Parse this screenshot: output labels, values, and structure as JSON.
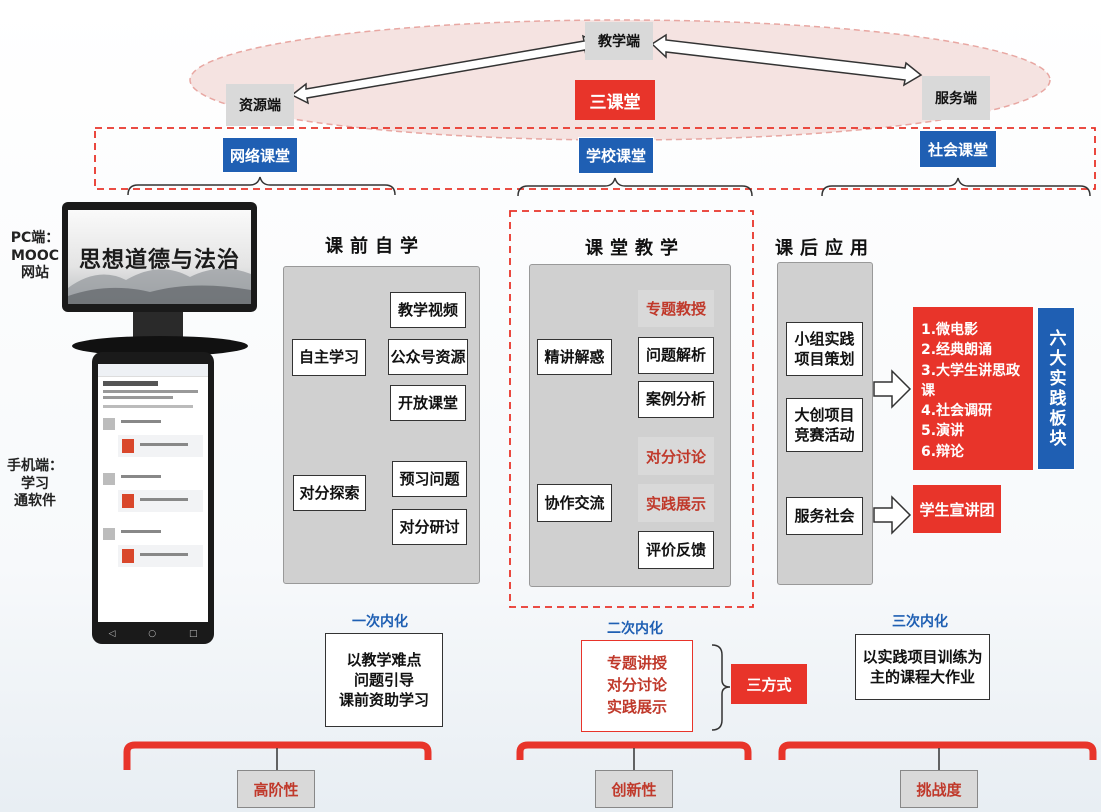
{
  "top": {
    "teaching": "教学端",
    "resource": "资源端",
    "service": "服务端",
    "three_classrooms": "三课堂"
  },
  "classrooms": [
    "网络课堂",
    "学校课堂",
    "社会课堂"
  ],
  "pc_label": [
    "PC端：",
    "MOOC",
    "网站"
  ],
  "mobile_label": [
    "手机端：",
    "学习",
    "通软件"
  ],
  "screen_title": "思想道德与法治",
  "columns": {
    "pre": {
      "title": "课前自学",
      "groups": [
        {
          "name": "自主学习",
          "items": [
            "教学视频",
            "公众号资源",
            "开放课堂"
          ]
        },
        {
          "name": "对分探索",
          "items": [
            "预习问题",
            "对分研讨"
          ]
        }
      ],
      "internal_title": "一次内化",
      "internal_lines": [
        "以教学难点",
        "问题引导",
        "课前资助学习"
      ]
    },
    "class": {
      "title": "课堂教学",
      "groups": [
        {
          "name": "精讲解惑",
          "items": [
            "专题教授",
            "问题解析",
            "案例分析"
          ]
        },
        {
          "name": "协作交流",
          "items": [
            "对分讨论",
            "实践展示",
            "评价反馈"
          ]
        }
      ],
      "internal_title": "二次内化",
      "internal_lines": [
        "专题讲授",
        "对分讨论",
        "实践展示"
      ],
      "method": "三方式"
    },
    "post": {
      "title": "课后应用",
      "items": [
        "小组实践项目策划",
        "大创项目竞赛活动",
        "服务社会"
      ],
      "list": [
        "1.微电影",
        "2.经典朗诵",
        "3.大学生讲思政课",
        "4.社会调研",
        "5.演讲",
        "6.辩论"
      ],
      "six_blocks": "六大实践板块",
      "propaganda": "学生宣讲团",
      "internal_title": "三次内化",
      "internal_lines": [
        "以实践项目训练为",
        "主的课程大作业"
      ]
    }
  },
  "bottom": [
    "高阶性",
    "创新性",
    "挑战度"
  ],
  "colors": {
    "blue": "#1f5fb3",
    "red": "#e8342a",
    "grey": "#d9d9d9"
  }
}
